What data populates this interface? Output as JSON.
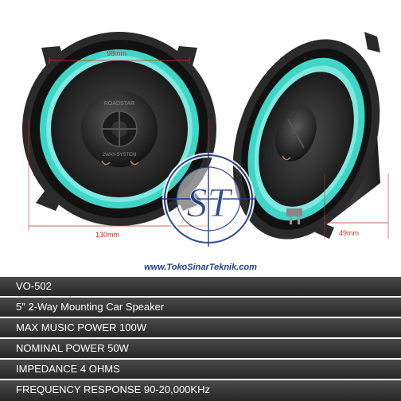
{
  "dimensions": {
    "outer_diameter": "98mm",
    "frame_width": "130mm",
    "depth": "49mm"
  },
  "speaker_brand": "ROADSTAR",
  "speaker_model_text": "2WAY-SYSTEM",
  "watermark": "ST",
  "website": "www.TokoSinarTeknik.com",
  "specs": [
    "VO-502",
    "5″   2-Way Mounting Car Speaker",
    "MAX MUSIC POWER 100W",
    "NOMINAL POWER 50W",
    "IMPEDANCE 4 OHMS",
    "FREQUENCY RESPONSE 90-20,000KHz"
  ],
  "colors": {
    "cone_ring": "#3fd6c8",
    "frame": "#2a2a2a",
    "dimension_line": "#c0392b",
    "spec_bar": "#3a3a3a",
    "watermark": "#1f3f8a"
  }
}
